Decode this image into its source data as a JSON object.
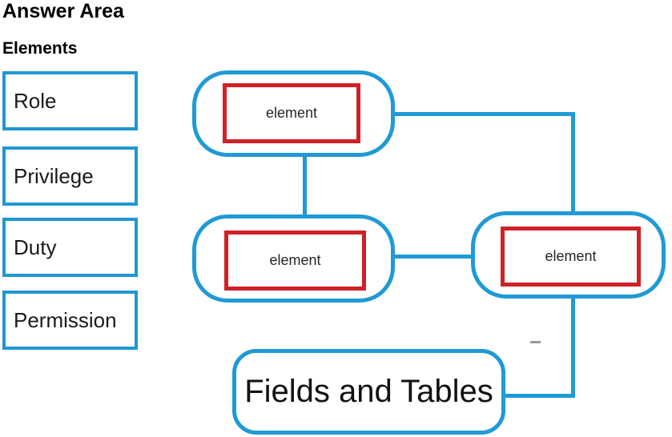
{
  "header": {
    "title": "Answer Area",
    "section_label": "Elements"
  },
  "options": [
    {
      "label": "Role"
    },
    {
      "label": "Privilege"
    },
    {
      "label": "Duty"
    },
    {
      "label": "Permission"
    }
  ],
  "diagram": {
    "slots": [
      {
        "id": "top",
        "label": "element"
      },
      {
        "id": "middle-left",
        "label": "element"
      },
      {
        "id": "middle-right",
        "label": "element"
      }
    ],
    "bottom_node_label": "Fields and Tables"
  },
  "colors": {
    "accent_blue": "#1f9ad6",
    "option_border_blue": "#2096d3",
    "slot_border_red": "#cf2127",
    "text_dark": "#1a1a1a"
  }
}
